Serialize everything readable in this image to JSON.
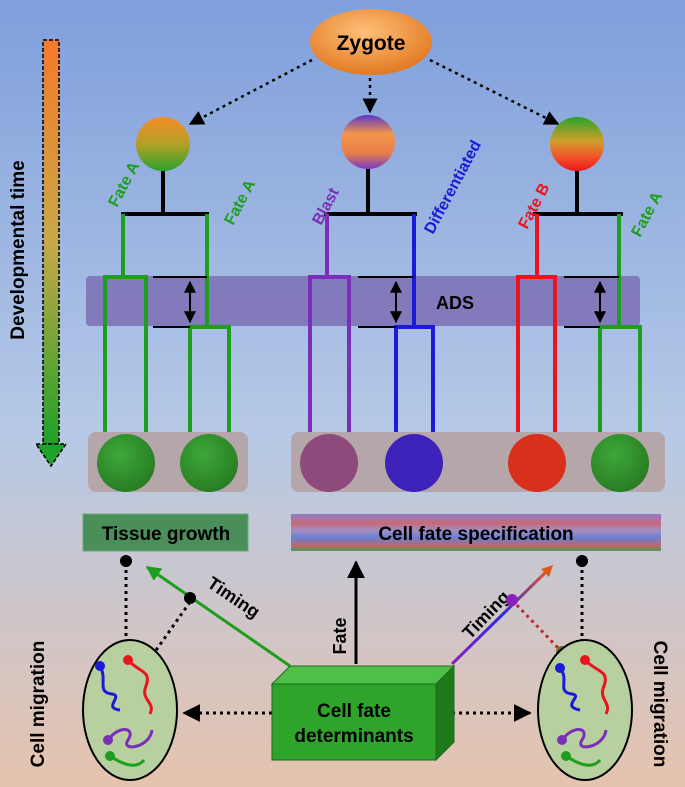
{
  "labels": {
    "zygote": "Zygote",
    "developmental_time": "Developmental time",
    "fate_a": "Fate A",
    "fate_b": "Fate B",
    "blast": "Blast",
    "differentiated": "Differentiated",
    "ads": "ADS",
    "tissue_growth": "Tissue growth",
    "cell_fate_specification": "Cell fate specification",
    "timing": "Timing",
    "fate": "Fate",
    "cell_migration": "Cell migration",
    "determinants_line1": "Cell fate",
    "determinants_line2": "determinants"
  },
  "colors": {
    "fate_a_green": "#1e9e1e",
    "fate_b_red": "#e8141e",
    "blast_purple": "#7a2fb8",
    "differentiated_blue": "#1a1ad8",
    "ads_band": "#7b6fb4",
    "zygote_orange": "#f08a1e",
    "background_top": "#7f9fdc",
    "background_bottom": "#e5c3b0"
  }
}
